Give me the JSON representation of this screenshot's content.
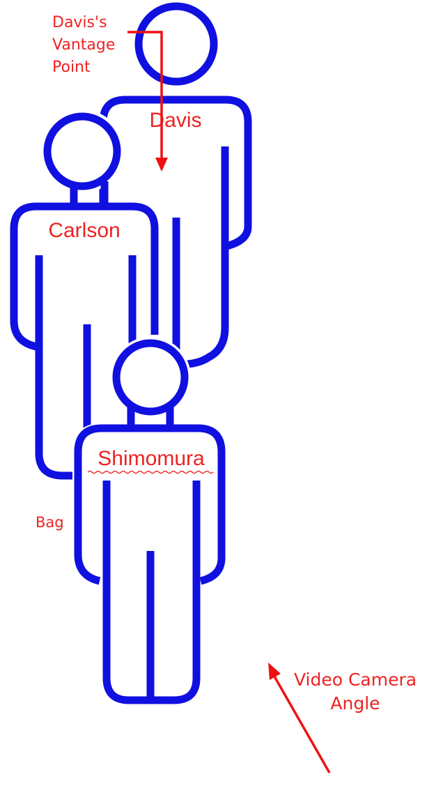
{
  "diagram": {
    "vantage_label": [
      "Davis's",
      "Vantage",
      "Point"
    ],
    "camera_label": [
      "Video Camera",
      "Angle"
    ],
    "bag_label": "Bag",
    "people": {
      "davis": "Davis",
      "carlson": "Carlson",
      "shimomura": "Shimomura"
    },
    "colors": {
      "figure_outline": "#1010e0",
      "annotation": "#ee2222"
    }
  }
}
